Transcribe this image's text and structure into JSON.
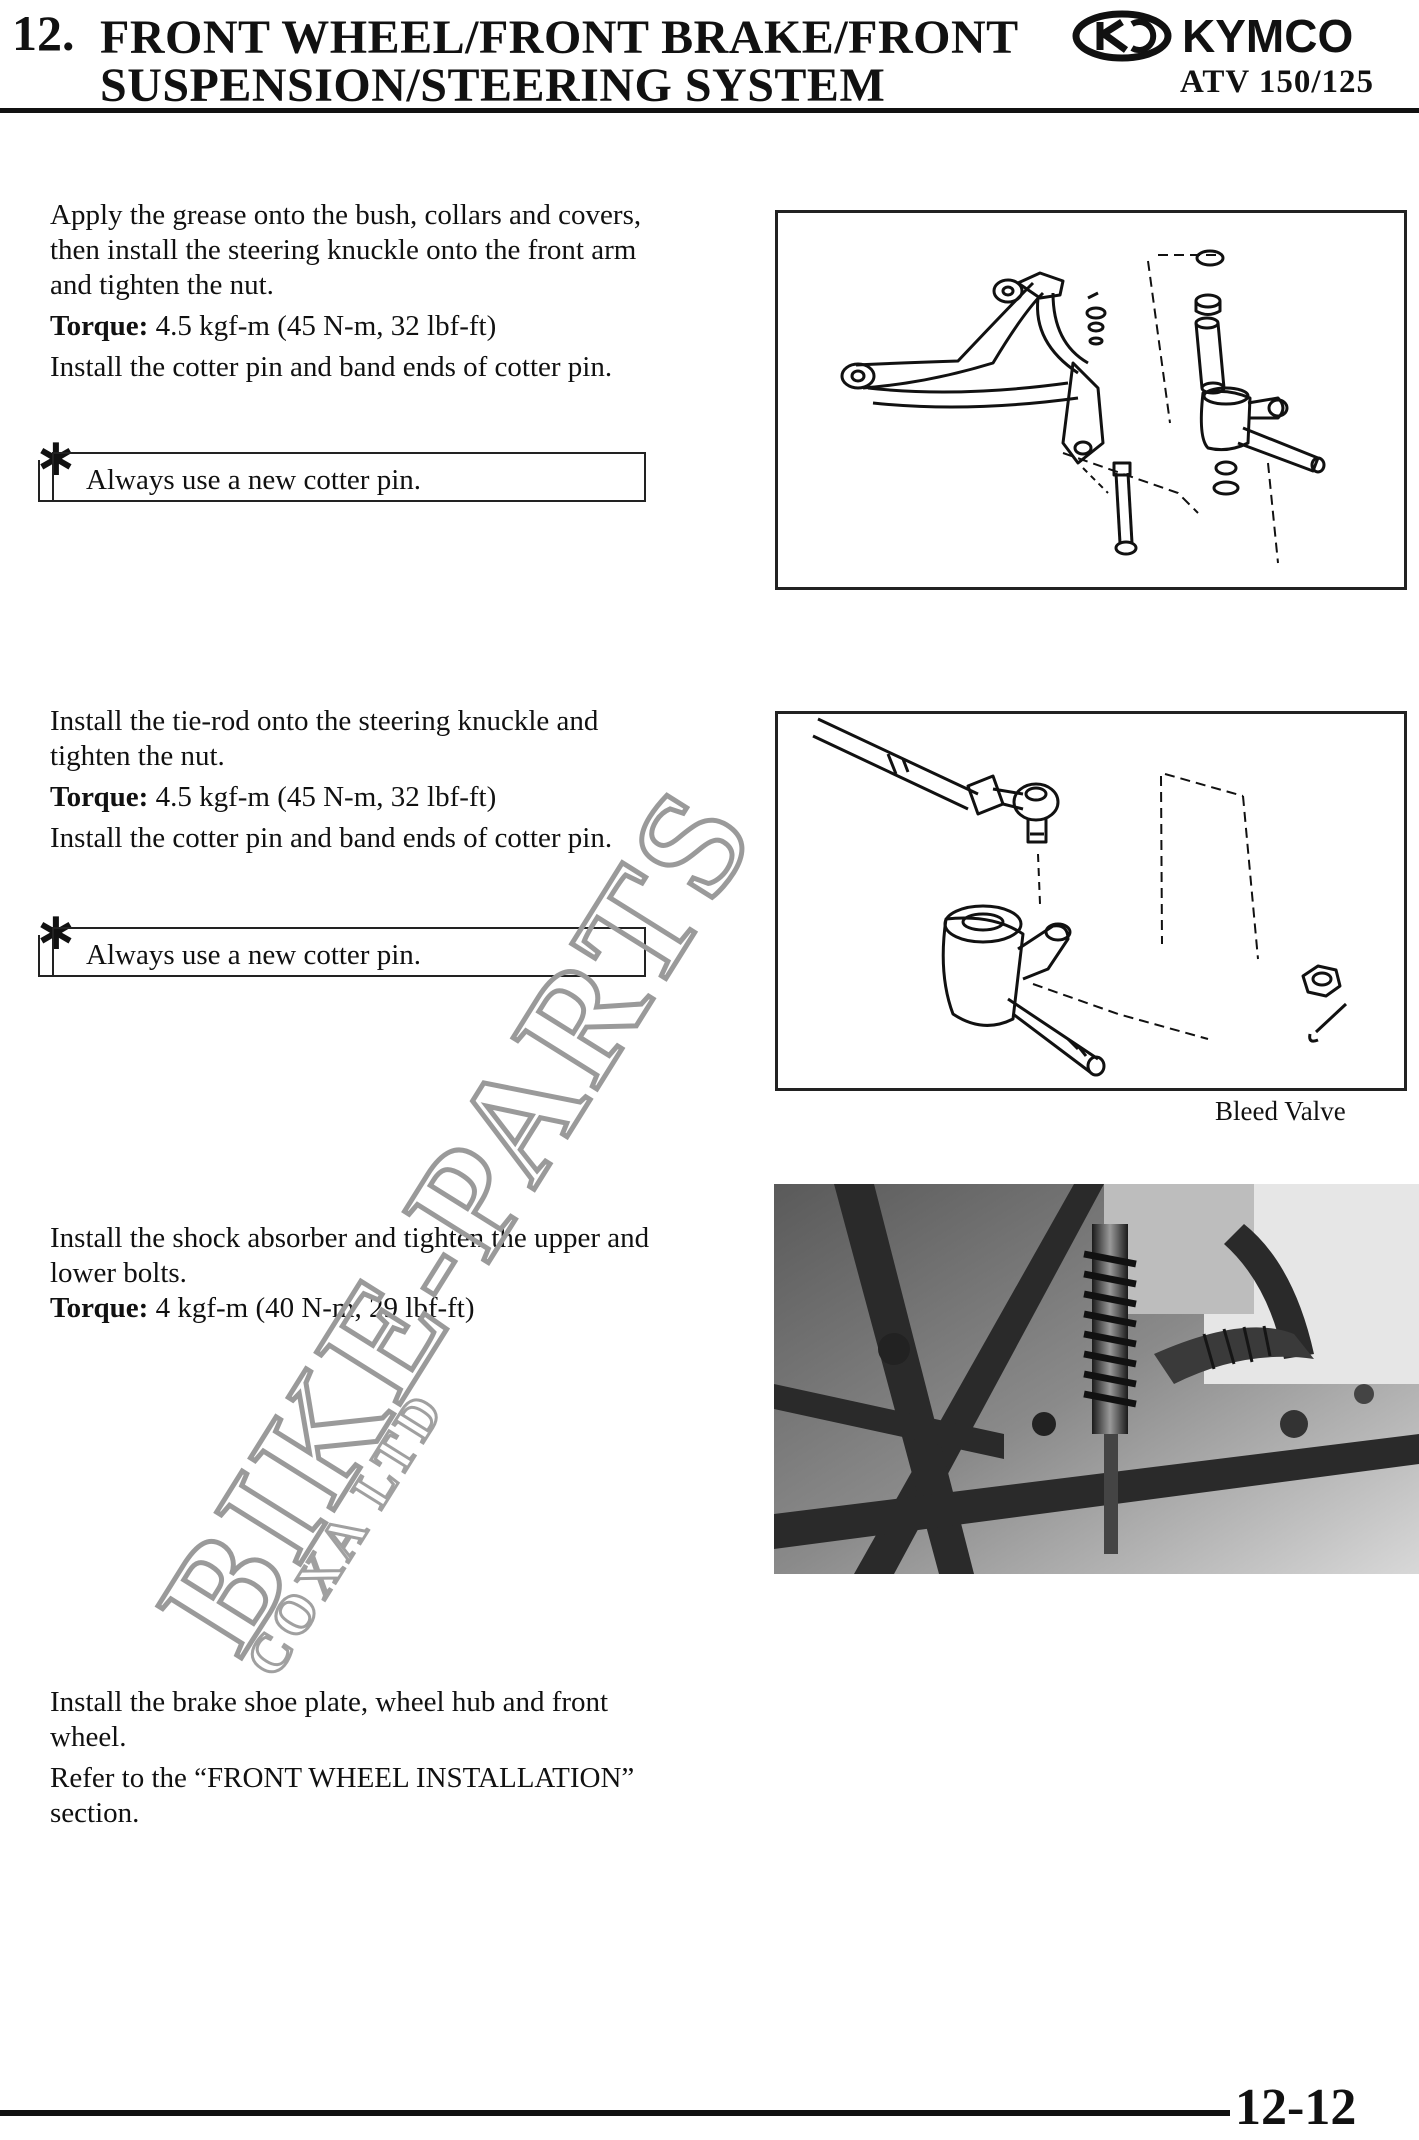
{
  "header": {
    "chapter_number": "12.",
    "title_line1": "FRONT WHEEL/FRONT BRAKE/FRONT",
    "title_line2": "SUSPENSION/STEERING SYSTEM",
    "brand": "KYMCO",
    "model": "ATV 150/125"
  },
  "steps": [
    {
      "paragraphs": [
        "Apply the grease onto the bush, collars and covers, then install the steering knuckle onto the front arm and tighten the nut."
      ],
      "torque_label": "Torque:",
      "torque_value": " 4.5 kgf-m (45 N-m, 32 lbf-ft)",
      "after": "Install the cotter pin and band ends of cotter pin.",
      "note": "Always use a new cotter pin."
    },
    {
      "paragraphs": [
        "Install the tie-rod onto the steering knuckle and tighten the nut."
      ],
      "torque_label": "Torque:",
      "torque_value": " 4.5 kgf-m (45 N-m, 32 lbf-ft)",
      "after": "Install the cotter pin and band ends of cotter pin.",
      "note": "Always use a new cotter pin."
    },
    {
      "paragraphs": [
        "Install the shock absorber and tighten the upper and lower bolts."
      ],
      "torque_label": "Torque:",
      "torque_value": " 4 kgf-m (40 N-m, 29 lbf-ft)"
    },
    {
      "paragraphs": [
        "Install the brake shoe plate, wheel hub and front wheel.",
        "Refer to the “FRONT WHEEL INSTALLATION” section."
      ]
    }
  ],
  "figures": {
    "caption_bleed_valve": "Bleed Valve"
  },
  "watermark": {
    "main": "BIKE-PARTS",
    "sub": "COXA LTD"
  },
  "footer": {
    "page_number": "12-12"
  }
}
